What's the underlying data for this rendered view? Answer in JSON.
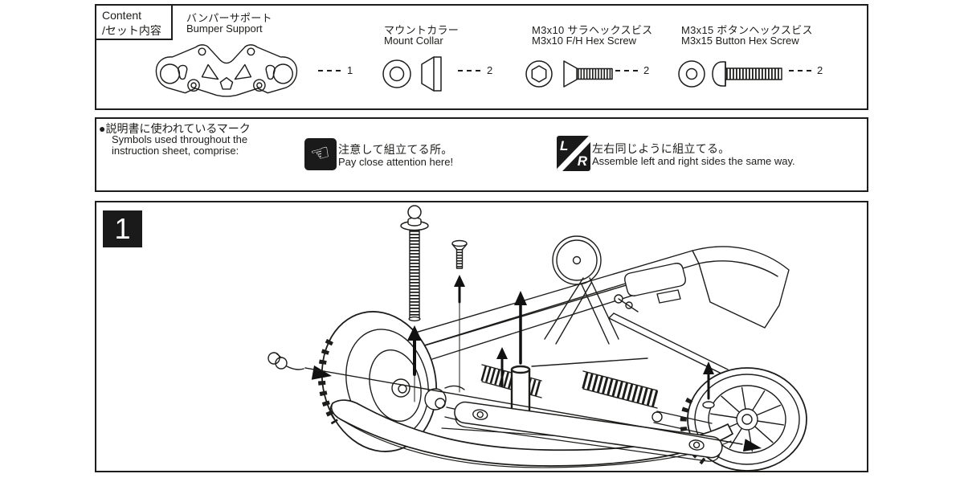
{
  "colors": {
    "line": "#1d1d1b",
    "black_fill": "#111111",
    "background": "#ffffff"
  },
  "content_box": {
    "label_line1": "Content",
    "label_line2": "/セット内容",
    "parts": [
      {
        "name_jp": "バンパーサポート",
        "name_en": "Bumper Support",
        "qty": "1",
        "icon": "bumper-support-drawing"
      },
      {
        "name_jp": "マウントカラー",
        "name_en": "Mount Collar",
        "qty": "2",
        "icon": "mount-collar-drawing"
      },
      {
        "name_jp": "M3x10 サラヘックスビス",
        "name_en": "M3x10 F/H Hex Screw",
        "qty": "2",
        "icon": "fh-hex-screw-drawing"
      },
      {
        "name_jp": "M3x15 ボタンヘックスビス",
        "name_en": "M3x15 Button Hex Screw",
        "qty": "2",
        "icon": "button-hex-screw-drawing"
      }
    ]
  },
  "symbols_box": {
    "heading_jp": "●説明書に使われているマーク",
    "heading_en_line1": "Symbols used throughout the",
    "heading_en_line2": "instruction sheet, comprise:",
    "symbols": [
      {
        "icon": "pointing-hand-icon",
        "glyph": "☞",
        "text_jp": "注意して組立てる所。",
        "text_en": "Pay close attention here!"
      },
      {
        "icon": "left-right-icon",
        "letter_left": "L",
        "letter_right": "R",
        "text_jp": "左右同じように組立てる。",
        "text_en": "Assemble left and right sides the same way."
      }
    ]
  },
  "step_box": {
    "step_number": "1",
    "illustration": "rc-car-front-assembly-diagram"
  }
}
